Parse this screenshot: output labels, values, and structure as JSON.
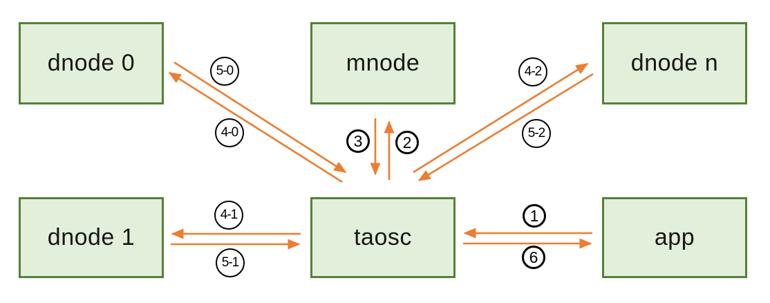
{
  "nodes": [
    {
      "id": "dnode0",
      "label": "dnode 0"
    },
    {
      "id": "mnode",
      "label": "mnode"
    },
    {
      "id": "dnoden",
      "label": "dnode n"
    },
    {
      "id": "dnode1",
      "label": "dnode 1"
    },
    {
      "id": "taosc",
      "label": "taosc"
    },
    {
      "id": "app",
      "label": "app"
    }
  ],
  "edges": [
    {
      "label": "5-0",
      "from": "dnode 0",
      "to": "taosc"
    },
    {
      "label": "4-0",
      "from": "taosc",
      "to": "dnode 0"
    },
    {
      "label": "3",
      "from": "mnode",
      "to": "taosc"
    },
    {
      "label": "2",
      "from": "taosc",
      "to": "mnode"
    },
    {
      "label": "4-2",
      "from": "taosc",
      "to": "dnode n"
    },
    {
      "label": "5-2",
      "from": "dnode n",
      "to": "taosc"
    },
    {
      "label": "4-1",
      "from": "taosc",
      "to": "dnode 1"
    },
    {
      "label": "5-1",
      "from": "dnode 1",
      "to": "taosc"
    },
    {
      "label": "1",
      "from": "app",
      "to": "taosc"
    },
    {
      "label": "6",
      "from": "taosc",
      "to": "app"
    }
  ],
  "colors": {
    "node_fill": "#e2efda",
    "node_border": "#538135",
    "arrow": "#ed7d31",
    "label_circle_border": "#000000",
    "label_circle_bg": "#ffffff"
  }
}
